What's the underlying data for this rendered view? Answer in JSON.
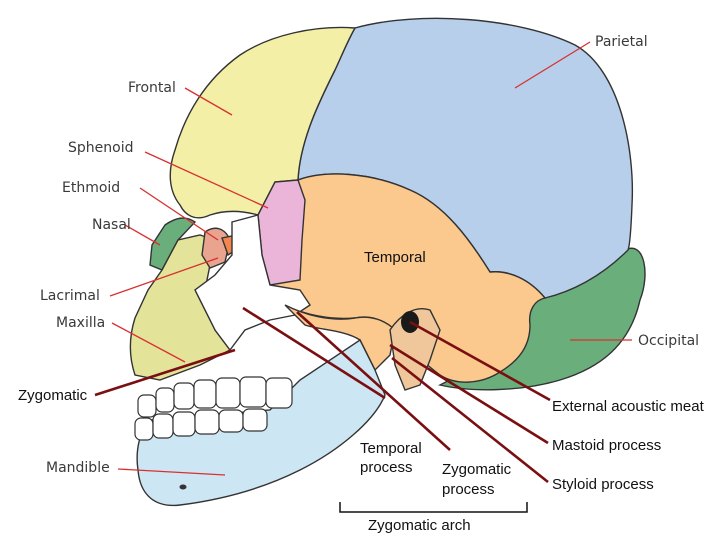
{
  "diagram": {
    "labels": {
      "frontal": "Frontal",
      "parietal": "Parietal",
      "sphenoid": "Sphenoid",
      "ethmoid": "Ethmoid",
      "nasal": "Nasal",
      "temporal": "Temporal",
      "lacrimal": "Lacrimal",
      "maxilla": "Maxilla",
      "zygomatic": "Zygomatic",
      "occipital": "Occipital",
      "external_acoustic": "External acoustic meat",
      "mastoid": "Mastoid process",
      "styloid": "Styloid process",
      "mandible": "Mandible",
      "temporal_process_1": "Temporal",
      "temporal_process_2": "process",
      "zygomatic_process_1": "Zygomatic",
      "zygomatic_process_2": "process",
      "zygomatic_arch": "Zygomatic arch"
    },
    "colors": {
      "frontal": "#f3efa6",
      "parietal": "#b7cfea",
      "temporal": "#fbc88d",
      "sphenoid": "#eab5d8",
      "occipital": "#6aae7c",
      "nasal": "#6aae7c",
      "zygomatic_bone": "#ffffff",
      "maxilla": "#e4e39a",
      "mandible": "#cde6f4",
      "lacrimal": "#e8a48f",
      "leader_light": "#d9302f",
      "leader_dark": "#7a0f12"
    }
  }
}
